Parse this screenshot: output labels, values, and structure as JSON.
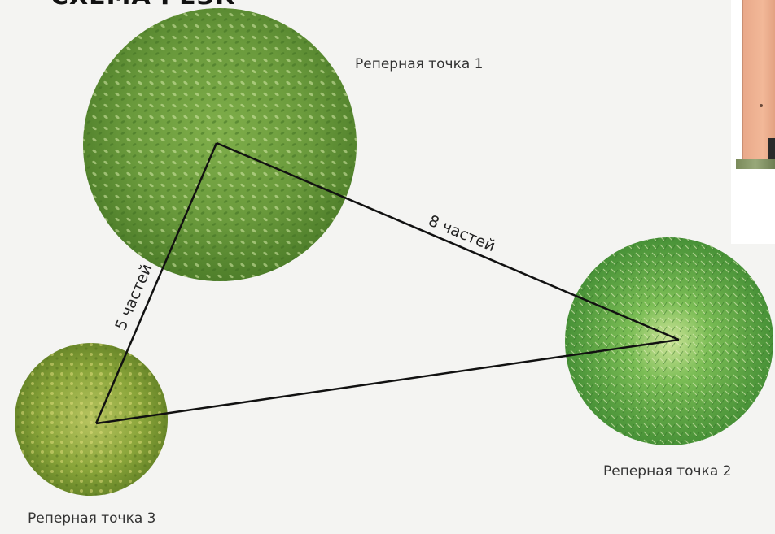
{
  "heading": "СХЕМА РЕЗК",
  "points": {
    "p1": "Реперная точка 1",
    "p2": "Реперная точка 2",
    "p3": "Реперная точка 3"
  },
  "edges": {
    "p1_p2": "8 частей",
    "p1_p3": "5 частей"
  },
  "colors": {
    "background": "#f4f4f2",
    "line": "#111111",
    "tree1": "#6a9a3c",
    "tree2": "#5a9a3a",
    "tree3": "#8aa53a"
  }
}
